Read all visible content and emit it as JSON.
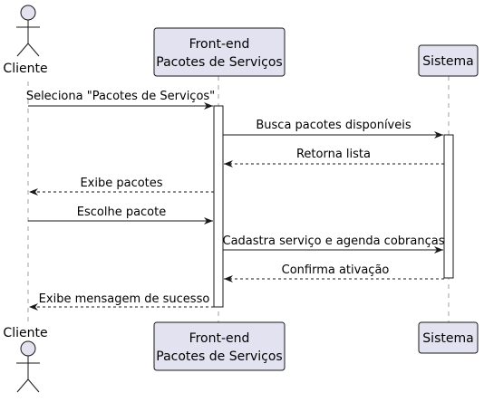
{
  "participants": [
    {
      "id": "cliente",
      "kind": "actor",
      "label": "Cliente"
    },
    {
      "id": "frontend",
      "kind": "box",
      "lines": [
        "Front-end",
        "Pacotes de Serviços"
      ]
    },
    {
      "id": "sistema",
      "kind": "box",
      "lines": [
        "Sistema"
      ]
    }
  ],
  "messages": [
    {
      "from": "cliente",
      "to": "frontend",
      "label": "Seleciona \"Pacotes de Serviços\"",
      "style": "solid"
    },
    {
      "from": "frontend",
      "to": "sistema",
      "label": "Busca pacotes disponíveis",
      "style": "solid"
    },
    {
      "from": "sistema",
      "to": "frontend",
      "label": "Retorna lista",
      "style": "dashed"
    },
    {
      "from": "frontend",
      "to": "cliente",
      "label": "Exibe pacotes",
      "style": "dashed"
    },
    {
      "from": "cliente",
      "to": "frontend",
      "label": "Escolhe pacote",
      "style": "solid"
    },
    {
      "from": "frontend",
      "to": "sistema",
      "label": "Cadastra serviço e agenda cobranças",
      "style": "solid"
    },
    {
      "from": "sistema",
      "to": "frontend",
      "label": "Confirma ativação",
      "style": "dashed"
    },
    {
      "from": "frontend",
      "to": "cliente",
      "label": "Exibe mensagem de sucesso",
      "style": "dashed"
    }
  ],
  "colors": {
    "participant_fill": "#E2E2F0",
    "participant_border": "#181818",
    "activation_fill": "#FFFFFF",
    "lifeline": "#A0A0A0",
    "line": "#181818",
    "text": "#000000"
  }
}
